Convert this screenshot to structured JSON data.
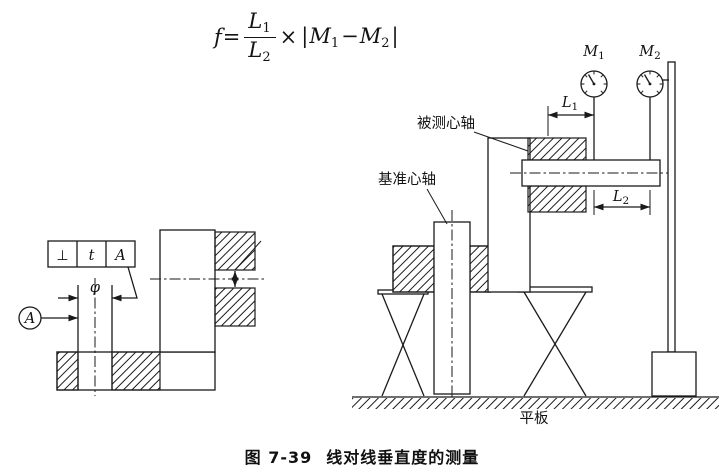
{
  "formula": {
    "f": "f",
    "eq": "=",
    "num_base": "L",
    "num_sub": "1",
    "den_base": "L",
    "den_sub": "2",
    "times": "×",
    "lbar": "|",
    "m1_base": "M",
    "m1_sub": "1",
    "minus": "−",
    "m2_base": "M",
    "m2_sub": "2",
    "rbar": "|"
  },
  "left_diagram": {
    "frame_symbol": "⊥",
    "frame_value": "t",
    "frame_datum": "A",
    "datum_label": "A",
    "phi": "φ"
  },
  "right_diagram": {
    "m1_base": "M",
    "m1_sub": "1",
    "m2_base": "M",
    "m2_sub": "2",
    "l1_base": "L",
    "l1_sub": "1",
    "l2_base": "L",
    "l2_sub": "2",
    "label_measured_mandrel": "被测心轴",
    "label_datum_mandrel": "基准心轴",
    "label_plate": "平板"
  },
  "caption": {
    "number": "图 7-39",
    "title": "线对线垂直度的测量"
  },
  "colors": {
    "ink": "#1a1a1a",
    "background": "#ffffff"
  }
}
